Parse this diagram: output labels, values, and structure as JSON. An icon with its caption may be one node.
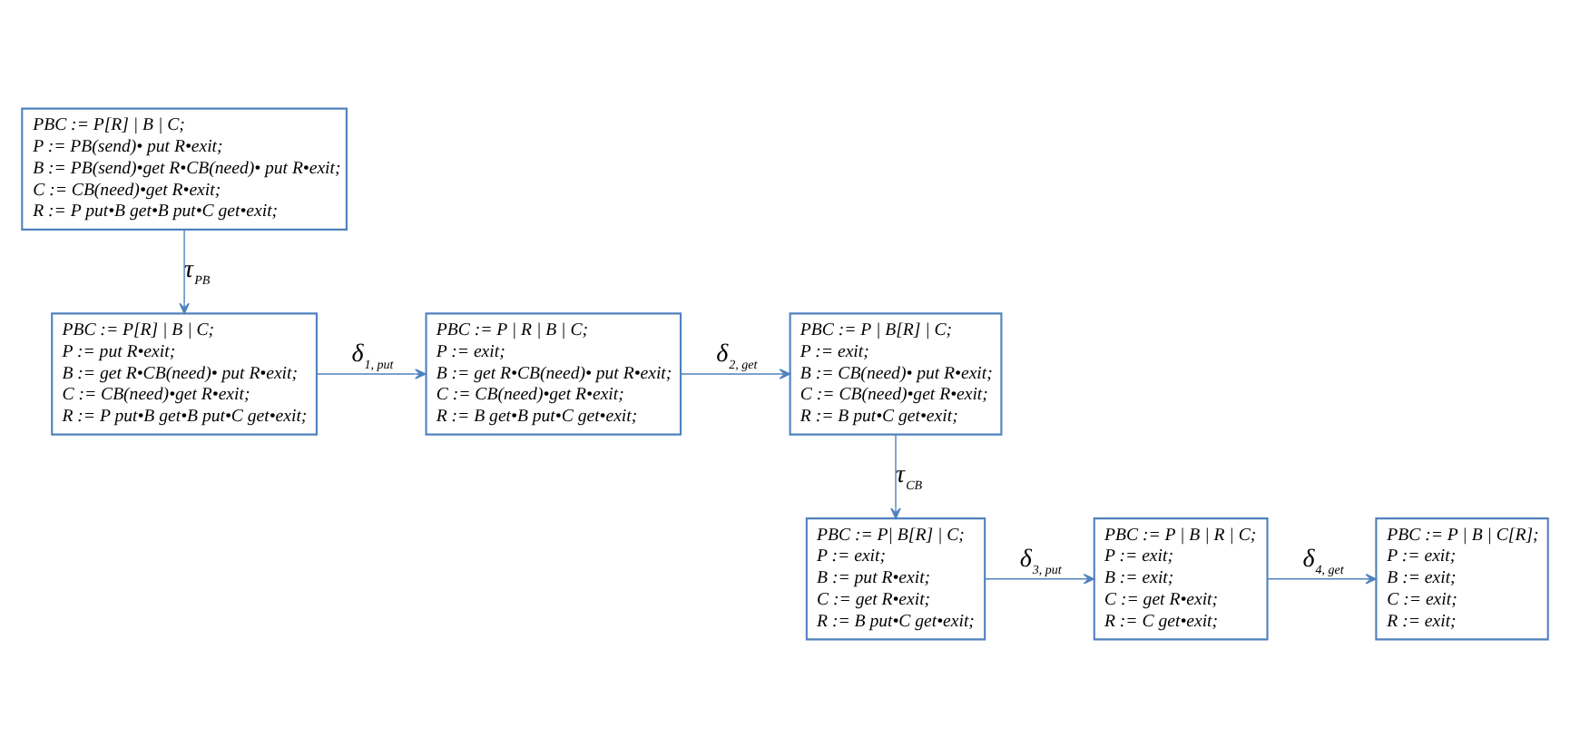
{
  "diagram": {
    "nodes": [
      {
        "text": [
          "PBC := P[R] | B | C;",
          "P := PB(send)• put R•exit;",
          "B := PB(send)•get R•CB(need)• put R•exit;",
          "C := CB(need)•get R•exit;",
          "R := P put•B get•B put•C get•exit;"
        ]
      },
      {
        "text": [
          "PBC := P[R] | B | C;",
          "P := put R•exit;",
          "B := get R•CB(need)• put R•exit;",
          "C := CB(need)•get R•exit;",
          "R := P put•B get•B put•C get•exit;"
        ]
      },
      {
        "text": [
          "PBC := P | R | B | C;",
          "P := exit;",
          "B := get R•CB(need)• put R•exit;",
          "C := CB(need)•get R•exit;",
          "R := B get•B put•C get•exit;"
        ]
      },
      {
        "text": [
          "PBC := P | B[R] | C;",
          "P := exit;",
          "B := CB(need)• put R•exit;",
          "C := CB(need)•get R•exit;",
          "R := B put•C get•exit;"
        ]
      },
      {
        "text": [
          "PBC := P| B[R] | C;",
          "P := exit;",
          "B := put R•exit;",
          "C := get R•exit;",
          "R := B put•C get•exit;"
        ]
      },
      {
        "text": [
          "PBC := P | B | R | C;",
          "P := exit;",
          "B := exit;",
          "C := get R•exit;",
          "R := C get•exit;"
        ]
      },
      {
        "text": [
          "PBC := P | B | C[R];",
          "P := exit;",
          "B := exit;",
          "C := exit;",
          "R := exit;"
        ]
      }
    ],
    "edges": [
      {
        "from": 0,
        "to": 1,
        "arrow": "to",
        "label": "τ$_{PB}$"
      },
      {
        "from": 1,
        "to": 2,
        "arrow": "to",
        "label": "δ$_{1, put}$"
      },
      {
        "from": 2,
        "to": 3,
        "arrow": "to",
        "label": "δ$_{2, get}$"
      },
      {
        "from": 3,
        "to": 4,
        "arrow": "to",
        "label": "τ$_{CB}$"
      },
      {
        "from": 4,
        "to": 5,
        "arrow": "to",
        "label": "δ$_{3, put}$"
      },
      {
        "from": 5,
        "to": 6,
        "arrow": "to",
        "label": "δ$_{4, get}$"
      }
    ]
  }
}
